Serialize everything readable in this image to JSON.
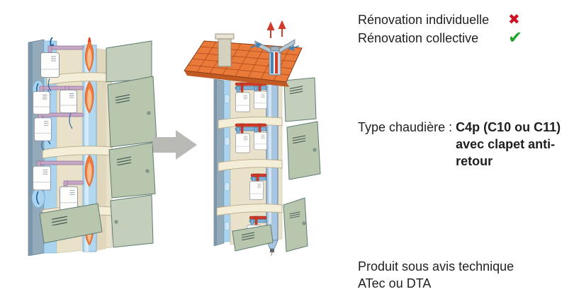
{
  "legend": {
    "rows": [
      {
        "label": "Rénovation individuelle",
        "mark": "✖",
        "status": "rejected"
      },
      {
        "label": "Rénovation collective",
        "mark": "✔",
        "status": "approved"
      }
    ]
  },
  "boiler": {
    "label": "Type chaudière :",
    "value_lines": [
      "C4p (C10 ou C11)",
      "avec clapet anti-",
      "retour"
    ]
  },
  "approval": {
    "lines": [
      "Produit sous avis technique",
      "ATec ou DTA"
    ]
  },
  "icons": {
    "cross": "cross-icon",
    "check": "check-icon",
    "arrow": "transformation-arrow-icon",
    "flame": "flame-icon",
    "boiler": "boiler-icon",
    "door": "vent-door-icon",
    "roof": "tiled-roof-icon",
    "chimney": "chimney-icon",
    "terminal": "flue-terminal-icon",
    "drain": "condensate-drain-icon"
  },
  "colors": {
    "cross_red": "#cc1122",
    "check_green": "#22a42c",
    "arrow_gray": "#b9b9b5",
    "wall_beige": "#e9e1ca",
    "floor_cream": "#f4eed9",
    "strip_gray": "#93aabb",
    "shaft_blue": "#a9d3ef",
    "duct_blue_left": "#b3d7ef",
    "duct_blue_right": "#a8c6e0",
    "flame_orange": "#ef7a3e",
    "pipe_pink": "#c7a7c7",
    "pipe_red": "#d23b2a",
    "pipe_blue": "#7fb3d8",
    "door_green": "#b8c6ad",
    "roof_orange": "#ea7a3a"
  }
}
